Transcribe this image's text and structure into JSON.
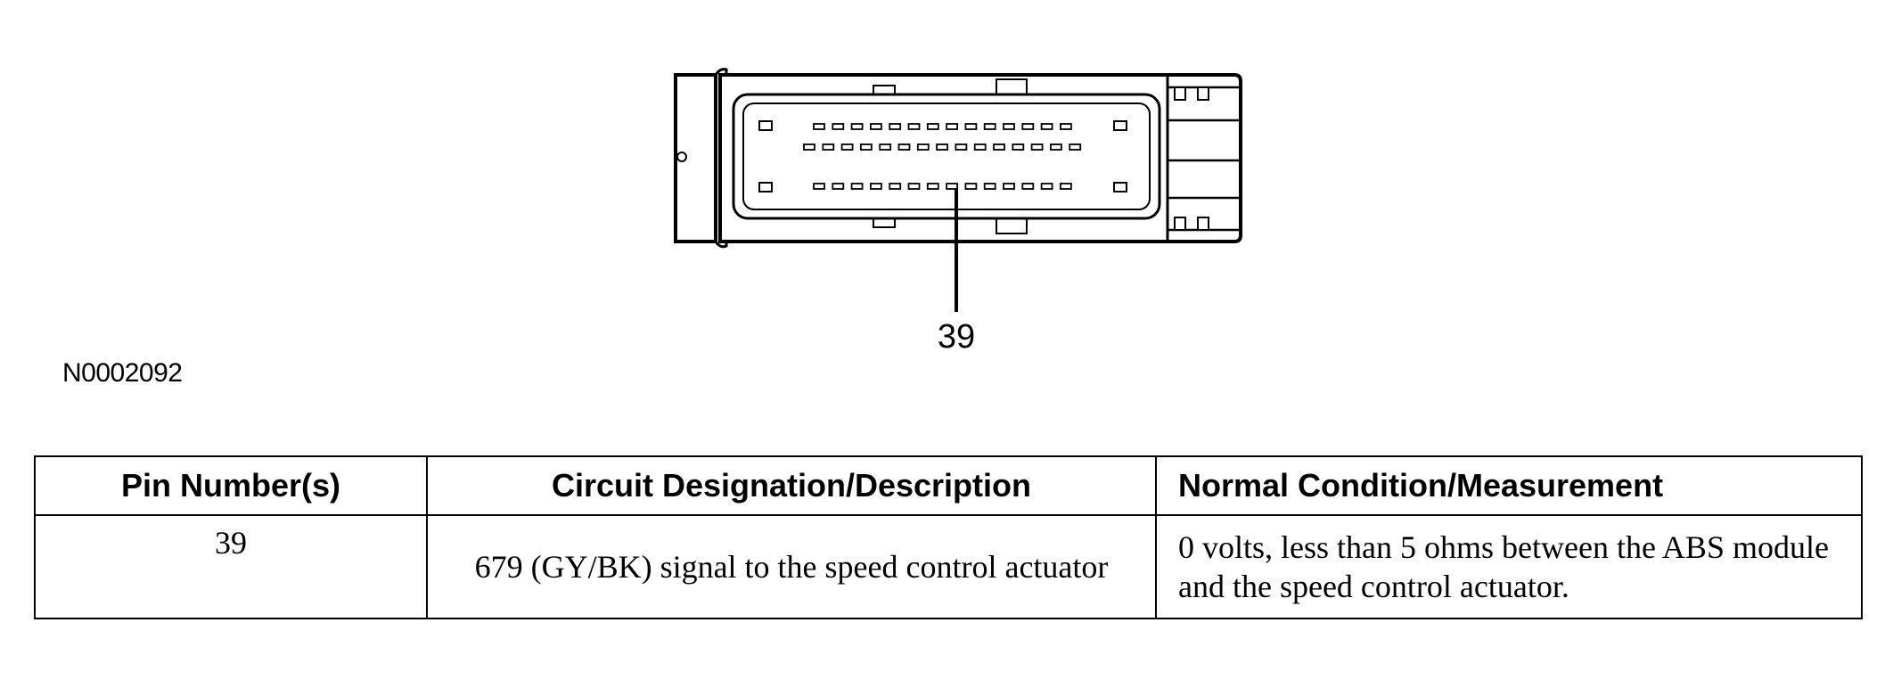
{
  "diagram": {
    "figure_id": "N0002092",
    "callout_label": "39"
  },
  "table": {
    "headers": [
      "Pin Number(s)",
      "Circuit Designation/Description",
      "Normal Condition/Measurement"
    ],
    "rows": [
      [
        "39",
        "679 (GY/BK) signal to the speed control actuator",
        "0 volts, less than 5 ohms between the ABS module and the speed control actuator."
      ]
    ]
  }
}
